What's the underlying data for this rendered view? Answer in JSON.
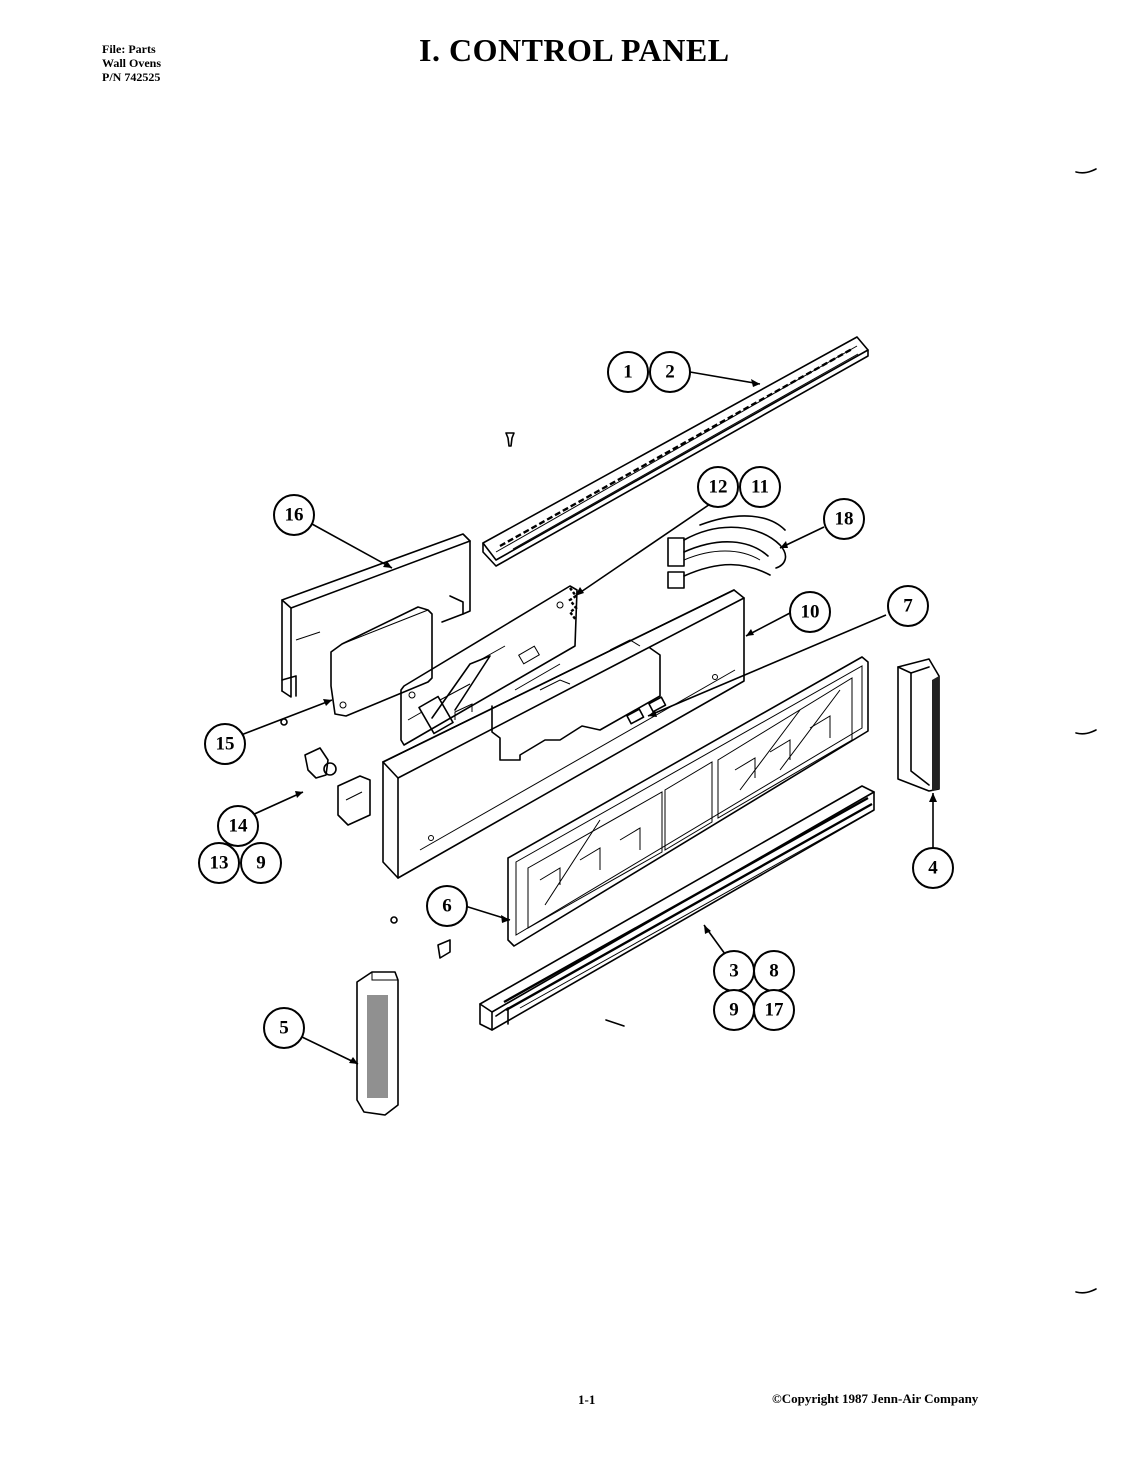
{
  "header": {
    "file_line1": "File: Parts",
    "file_line2": "Wall Ovens",
    "file_line3": "P/N 742525",
    "title": "I. CONTROL PANEL"
  },
  "footer": {
    "page": "1-1",
    "copyright": "©Copyright 1987 Jenn-Air Company"
  },
  "callouts": [
    {
      "id": "c1",
      "label": "1"
    },
    {
      "id": "c2",
      "label": "2"
    },
    {
      "id": "c12",
      "label": "12"
    },
    {
      "id": "c11",
      "label": "11"
    },
    {
      "id": "c18",
      "label": "18"
    },
    {
      "id": "c16",
      "label": "16"
    },
    {
      "id": "c10",
      "label": "10"
    },
    {
      "id": "c7",
      "label": "7"
    },
    {
      "id": "c15",
      "label": "15"
    },
    {
      "id": "c14",
      "label": "14"
    },
    {
      "id": "c13",
      "label": "13"
    },
    {
      "id": "c9a",
      "label": "9"
    },
    {
      "id": "c4",
      "label": "4"
    },
    {
      "id": "c6",
      "label": "6"
    },
    {
      "id": "c3",
      "label": "3"
    },
    {
      "id": "c8",
      "label": "8"
    },
    {
      "id": "c9b",
      "label": "9"
    },
    {
      "id": "c17",
      "label": "17"
    },
    {
      "id": "c5",
      "label": "5"
    }
  ]
}
